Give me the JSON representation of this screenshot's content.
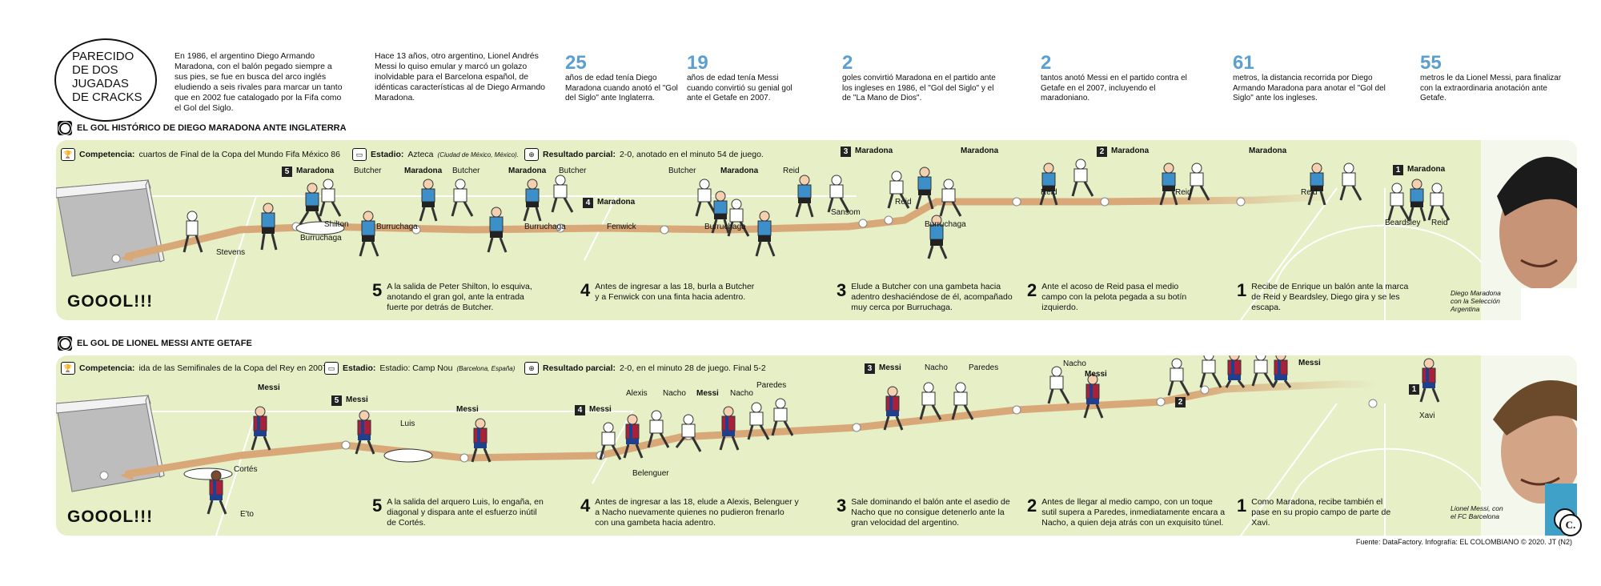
{
  "title": [
    "PARECIDO",
    "DE DOS",
    "JUGADAS",
    "DE CRACKS"
  ],
  "intro": [
    "En 1986, el argentino Diego Armando Maradona, con el balón pegado siempre a sus pies, se fue en busca del arco inglés eludiendo a seis rivales para marcar un tanto que en 2002 fue catalogado por la Fifa como el Gol del Siglo.",
    "Hace 13 años, otro argentino, Lionel Andrés Messi lo quiso emular y marcó un golazo inolvidable para el Barcelona español, de idénticas características al de Diego Armando Maradona."
  ],
  "stats": [
    {
      "num": "25",
      "text": "años de edad tenía Diego Maradona cuando anotó el \"Gol del Siglo\" ante Inglaterra."
    },
    {
      "num": "19",
      "text": "años de edad tenía Messi cuando convirtió su genial gol ante el Getafe en 2007."
    },
    {
      "num": "2",
      "text": "goles convirtió Maradona en el partido ante los ingleses en 1986, el \"Gol del Siglo\" y el de \"La Mano de Dios\"."
    },
    {
      "num": "2",
      "text": "tantos anotó Messi en el partido contra el Getafe en el 2007, incluyendo el maradoniano."
    },
    {
      "num": "61",
      "text": "metros, la distancia recorrida por Diego Armando Maradona para anotar el \"Gol del Siglo\" ante los ingleses."
    },
    {
      "num": "55",
      "text": "metros le da Lionel Messi, para finalizar con la extraordinaria anotación ante Getafe."
    }
  ],
  "maradona": {
    "header": "EL GOL HISTÓRICO DE DIEGO MARADONA ANTE INGLATERRA",
    "competencia_label": "Competencia:",
    "competencia": "cuartos de Final de la Copa del Mundo Fifa México 86",
    "estadio_label": "Estadio:",
    "estadio": "Azteca",
    "estadio_small": "(Ciudad de México, México).",
    "resultado_label": "Resultado parcial:",
    "resultado": "2-0, anotado en el minuto 54 de juego.",
    "goool": "GOOOL!!!",
    "caption": "Diego Maradona con la Selección Argentina",
    "labels": {
      "maradona": "Maradona",
      "butcher": "Butcher",
      "shilton": "Shilton",
      "stevens": "Stevens",
      "burruchaga": "Burruchaga",
      "fenwick": "Fenwick",
      "reid": "Reid",
      "sansom": "Sansom",
      "beardsley": "Beardsley"
    },
    "steps": [
      {
        "n": "5",
        "text": "A la salida de Peter Shilton, lo esquiva, anotando el gran gol, ante la entrada fuerte por detrás de Butcher."
      },
      {
        "n": "4",
        "text": "Antes de ingresar a las 18, burla a Butcher y a Fenwick con una finta hacia adentro."
      },
      {
        "n": "3",
        "text": "Elude a Butcher con una gambeta hacia adentro deshaciéndose de él, acompañado muy cerca por Burruchaga."
      },
      {
        "n": "2",
        "text": "Ante el acoso de Reid pasa el medio campo con la pelota pegada a su botín izquierdo."
      },
      {
        "n": "1",
        "text": "Recibe de Enrique un balón ante la marca de Reid y Beardsley, Diego gira y se les escapa."
      }
    ],
    "box_nums": [
      "5",
      "4",
      "3",
      "2",
      "1"
    ]
  },
  "messi": {
    "header": "EL GOL DE LIONEL MESSI ANTE GETAFE",
    "competencia_label": "Competencia:",
    "competencia": "ida de las Semifinales de la Copa del Rey en 2007",
    "estadio_label": "Estadio:",
    "estadio": "Estadio: Camp Nou",
    "estadio_small": "(Barcelona, España)",
    "resultado_label": "Resultado parcial:",
    "resultado": "2-0, en el minuto 28 de juego. Final 5-2",
    "goool": "GOOOL!!!",
    "caption": "Lionel Messi, con el FC Barcelona",
    "labels": {
      "messi": "Messi",
      "luis": "Luis",
      "cortes": "Cortés",
      "eto": "E'to",
      "alexis": "Alexis",
      "nacho": "Nacho",
      "paredes": "Paredes",
      "belenguer": "Belenguer",
      "xavi": "Xavi"
    },
    "steps": [
      {
        "n": "5",
        "text": "A la salida del arquero Luis, lo engaña, en diagonal y dispara ante el esfuerzo inútil de Cortés."
      },
      {
        "n": "4",
        "text": "Antes de ingresar a las 18, elude a Alexis, Belenguer y a Nacho nuevamente quienes no pudieron frenarlo con una gambeta hacia adentro."
      },
      {
        "n": "3",
        "text": "Sale dominando el balón ante el asedio de Nacho que no consigue detenerlo ante la gran velocidad del argentino."
      },
      {
        "n": "2",
        "text": "Antes de llegar al medio campo, con un toque sutil supera a Paredes, inmediatamente encara a Nacho, a quien deja atrás con un exquisito túnel."
      },
      {
        "n": "1",
        "text": "Como Maradona, recibe también el pase en su propio campo de parte de Xavi."
      }
    ],
    "box_nums": [
      "5",
      "4",
      "3",
      "2",
      "1"
    ]
  },
  "source": "Fuente: DataFactory. Infografía: EL COLOMBIANO © 2020. JT (N2)",
  "logo_letter": "C.",
  "colors": {
    "field": "#e6efc6",
    "path": "#d9a878",
    "accent_blue": "#5a9fd0",
    "barca_red": "#a8203a",
    "barca_blue": "#1f3f8f",
    "arg_blue": "#3c8fc8"
  }
}
